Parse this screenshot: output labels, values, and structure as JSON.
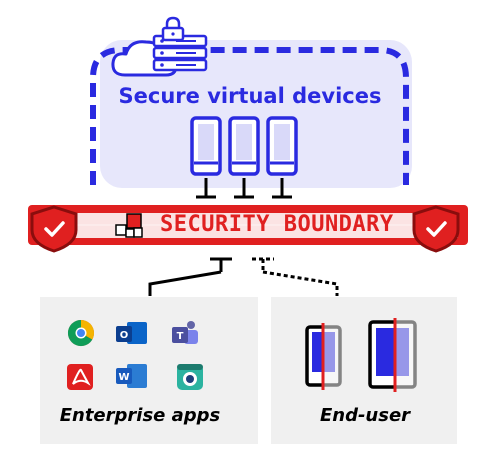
{
  "diagram": {
    "top_panel_title": "Secure virtual devices",
    "boundary_label": "SECURITY BOUNDARY",
    "left_panel_label": "Enterprise apps",
    "right_panel_label": "End-user",
    "app_icons": [
      "chrome-icon",
      "outlook-icon",
      "teams-icon",
      "acrobat-icon",
      "word-icon",
      "camera-app-icon"
    ],
    "colors": {
      "accent_blue": "#2a2ae0",
      "boundary_red": "#e02020",
      "panel_lavender": "#e7e7fb",
      "panel_gray": "#f0f0f0"
    }
  }
}
